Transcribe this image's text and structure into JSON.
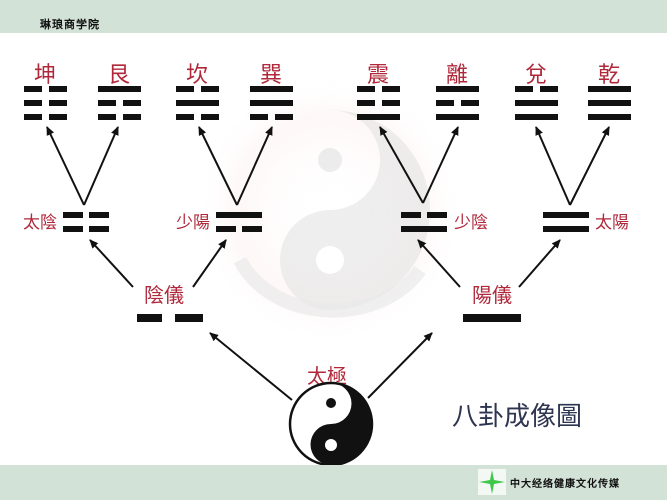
{
  "header": {
    "brand": "琳琅商学院"
  },
  "footer": {
    "organization": "中大经络健康文化传媒",
    "logo_icon": "green-four-point-star-icon",
    "logo_color": "#3ec84a"
  },
  "diagram": {
    "title": "八卦成像圖",
    "colors": {
      "label": "#b0283a",
      "lines": "#111111",
      "title": "#2d3550",
      "bar": "#d2e2d6"
    },
    "root": {
      "label": "太極",
      "icon": "yin-yang-icon"
    },
    "two_forms": [
      {
        "label": "陰儀",
        "lines": [
          "broken"
        ]
      },
      {
        "label": "陽儀",
        "lines": [
          "solid"
        ]
      }
    ],
    "four_images": [
      {
        "label": "太陰",
        "lines_top_to_bottom": [
          "broken",
          "broken"
        ]
      },
      {
        "label": "少陽",
        "lines_top_to_bottom": [
          "solid",
          "broken"
        ]
      },
      {
        "label": "少陰",
        "lines_top_to_bottom": [
          "broken",
          "solid"
        ]
      },
      {
        "label": "太陽",
        "lines_top_to_bottom": [
          "solid",
          "solid"
        ]
      }
    ],
    "eight_trigrams": [
      {
        "label": "坤",
        "lines_top_to_bottom": [
          "broken",
          "broken",
          "broken"
        ]
      },
      {
        "label": "艮",
        "lines_top_to_bottom": [
          "solid",
          "broken",
          "broken"
        ]
      },
      {
        "label": "坎",
        "lines_top_to_bottom": [
          "broken",
          "solid",
          "broken"
        ]
      },
      {
        "label": "巽",
        "lines_top_to_bottom": [
          "solid",
          "solid",
          "broken"
        ]
      },
      {
        "label": "震",
        "lines_top_to_bottom": [
          "broken",
          "broken",
          "solid"
        ]
      },
      {
        "label": "離",
        "lines_top_to_bottom": [
          "solid",
          "broken",
          "solid"
        ]
      },
      {
        "label": "兌",
        "lines_top_to_bottom": [
          "broken",
          "solid",
          "solid"
        ]
      },
      {
        "label": "乾",
        "lines_top_to_bottom": [
          "solid",
          "solid",
          "solid"
        ]
      }
    ]
  }
}
